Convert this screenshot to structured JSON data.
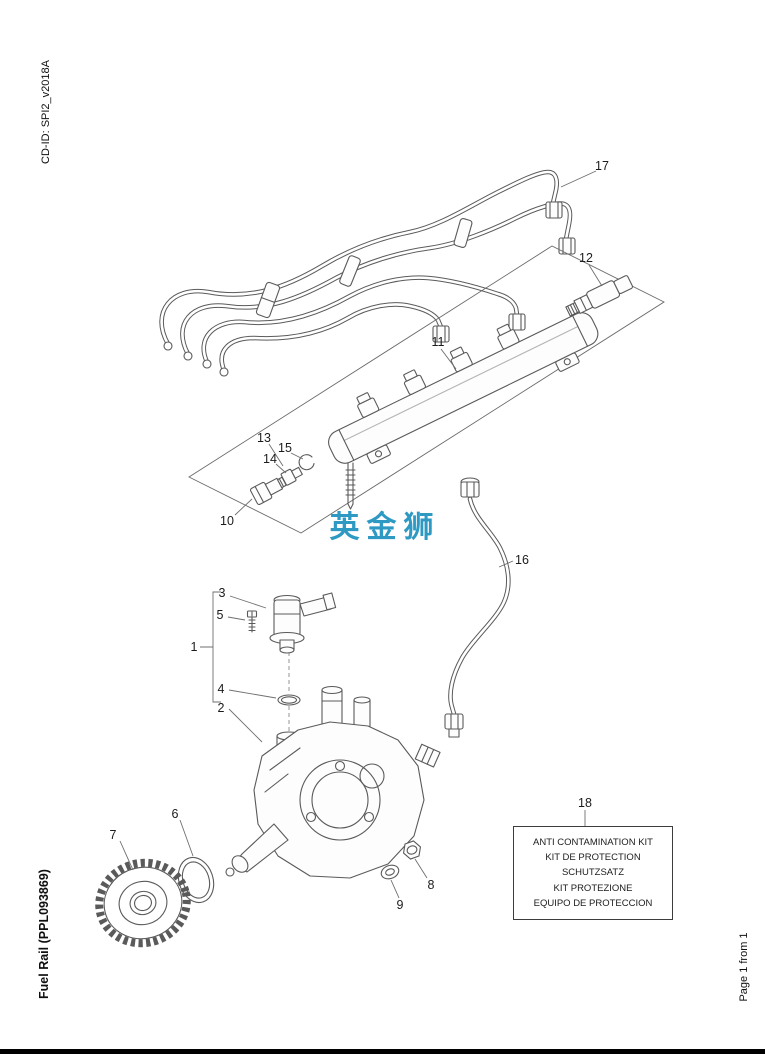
{
  "page": {
    "cd_id": "CD-ID: SPI2_v2018A",
    "title": "Fuel Rail (PPL093869)",
    "page_indicator": "Page 1 from 1",
    "watermark": "英金狮"
  },
  "colors": {
    "line": "#5a5a5a",
    "watermark": "#2e9ac4",
    "text": "#111111"
  },
  "callouts": {
    "1": "1",
    "2": "2",
    "3": "3",
    "4": "4",
    "5": "5",
    "6": "6",
    "7": "7",
    "8": "8",
    "9": "9",
    "10": "10",
    "11": "11",
    "12": "12",
    "13": "13",
    "14": "14",
    "15": "15",
    "16": "16",
    "17": "17",
    "18": "18"
  },
  "kit_box": {
    "callout": "18",
    "lines": [
      "ANTI CONTAMINATION KIT",
      "KIT DE PROTECTION",
      "SCHUTZSATZ",
      "KIT PROTEZIONE",
      "EQUIPO DE PROTECCION"
    ]
  }
}
